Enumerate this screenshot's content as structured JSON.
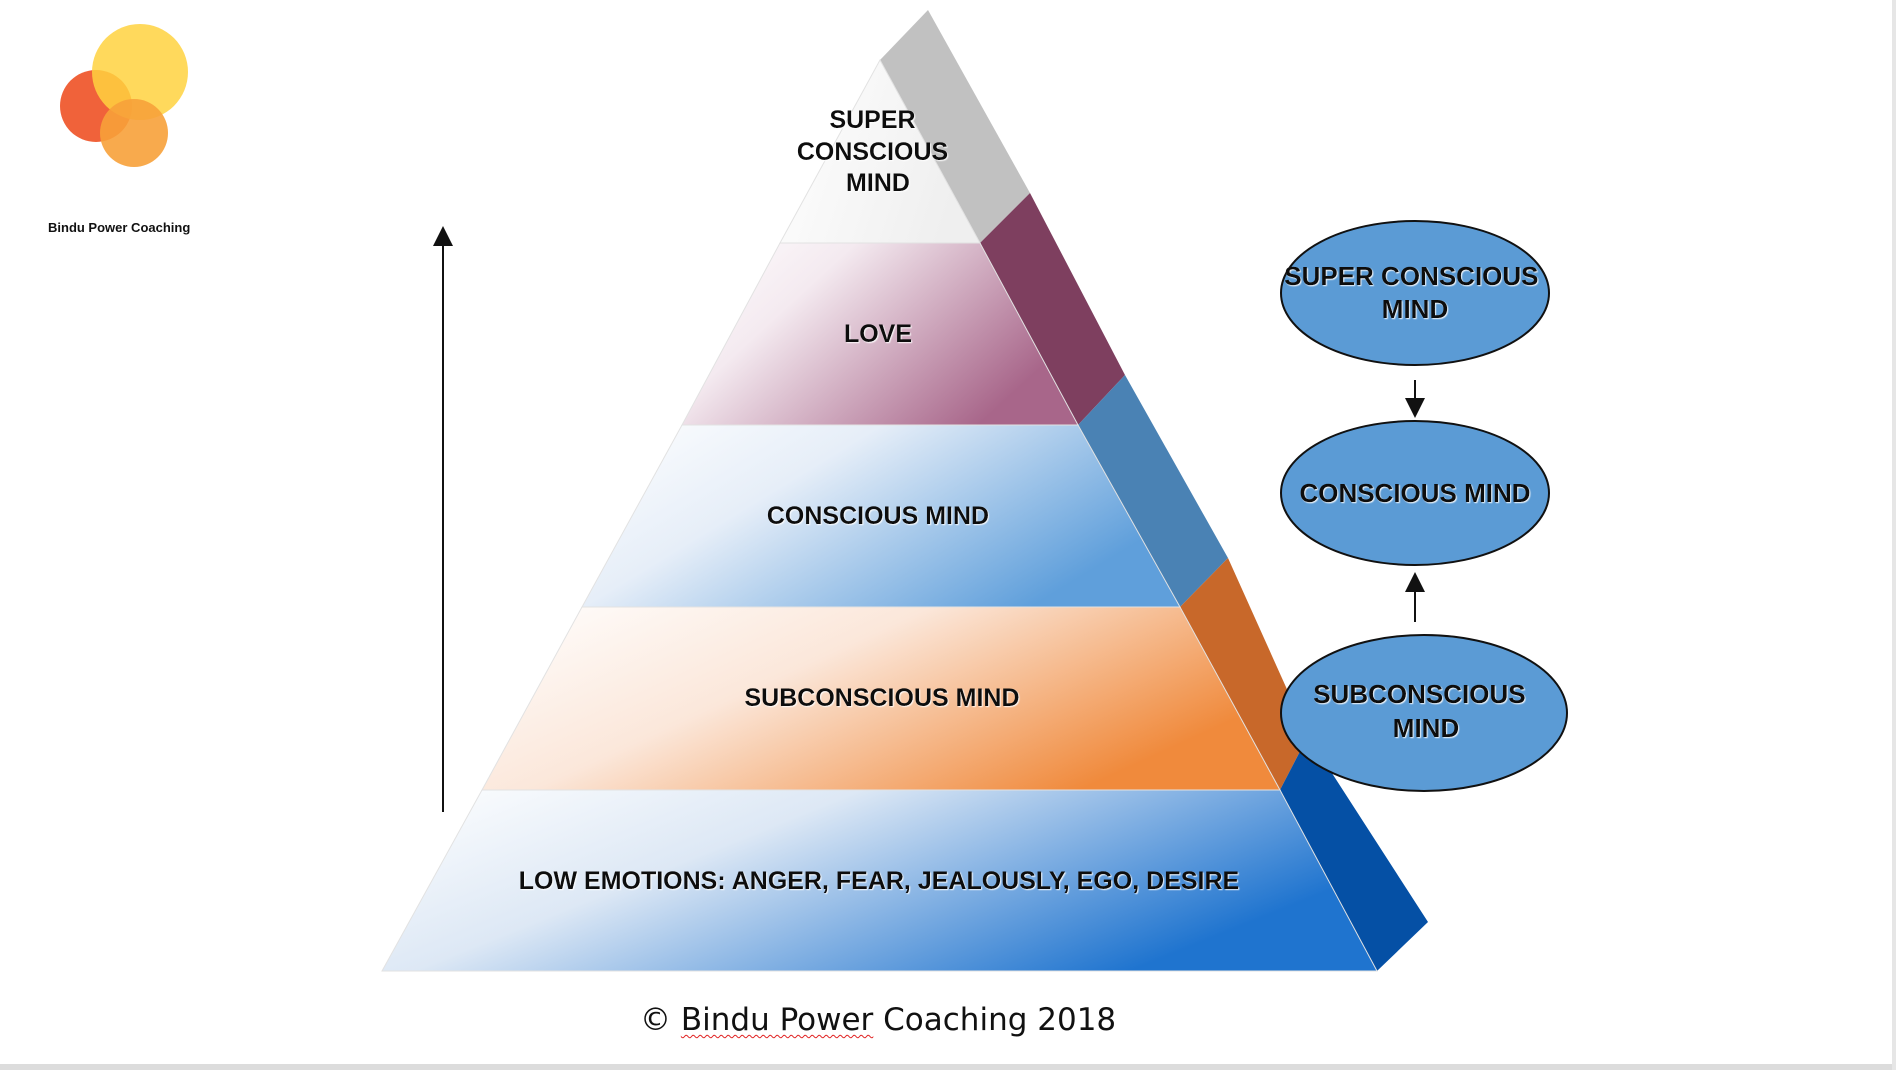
{
  "brand": {
    "name": "Bindu Power Coaching",
    "logo_colors": {
      "red": "#ef5a2f",
      "orange": "#f7a13a",
      "yellow": "#ffd23f"
    }
  },
  "pyramid": {
    "levels": [
      {
        "lines": [
          "SUPER",
          "CONSCIOUS",
          "MIND"
        ],
        "side_color": "#c1c1c1",
        "tint": "#ffffff"
      },
      {
        "lines": [
          "LOVE"
        ],
        "side_color": "#7e3f5f",
        "tint": "#a8668a"
      },
      {
        "lines": [
          "CONSCIOUS MIND"
        ],
        "side_color": "#4a82b4",
        "tint": "#5f9fdb"
      },
      {
        "lines": [
          "SUBCONSCIOUS MIND"
        ],
        "side_color": "#c8682a",
        "tint": "#f08a3c"
      },
      {
        "lines": [
          "LOW EMOTIONS: ANGER, FEAR, JEALOUSLY, EGO, DESIRE"
        ],
        "side_color": "#0550a5",
        "tint": "#1f74cf"
      }
    ]
  },
  "flow": {
    "nodes": [
      {
        "lines": [
          "SUPER CONSCIOUS",
          "MIND"
        ]
      },
      {
        "lines": [
          "CONSCIOUS MIND"
        ]
      },
      {
        "lines": [
          "SUBCONSCIOUS",
          "MIND"
        ]
      }
    ],
    "node_fill": "#5b9bd5"
  },
  "footer": {
    "copyright_symbol": "©",
    "brand_words": "Bindu Power",
    "rest": "Coaching 2018"
  }
}
